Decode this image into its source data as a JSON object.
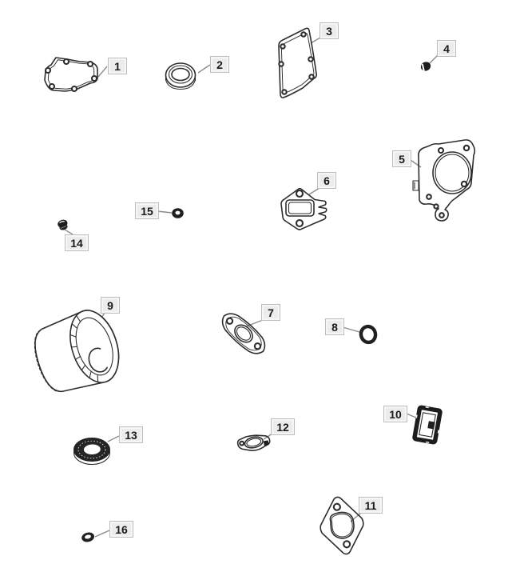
{
  "diagram": {
    "background_color": "#ffffff",
    "line_color": "#2d2d2d",
    "leader_color": "#8c8c8c",
    "callout_style": {
      "background": "#ececec",
      "border": "#bdbdbd",
      "text_color": "#1a1a1a"
    },
    "callouts": [
      {
        "number": "1",
        "part": "cover-gasket"
      },
      {
        "number": "2",
        "part": "seal-ring"
      },
      {
        "number": "3",
        "part": "valve-cover-gasket"
      },
      {
        "number": "4",
        "part": "plug-cap"
      },
      {
        "number": "5",
        "part": "cylinder-head-gasket"
      },
      {
        "number": "6",
        "part": "intake-manifold-gasket"
      },
      {
        "number": "7",
        "part": "exhaust-gasket"
      },
      {
        "number": "8",
        "part": "o-ring"
      },
      {
        "number": "9",
        "part": "oil-filter"
      },
      {
        "number": "10",
        "part": "insulator-frame-gasket"
      },
      {
        "number": "11",
        "part": "muffler-gasket"
      },
      {
        "number": "12",
        "part": "breather-gasket"
      },
      {
        "number": "13",
        "part": "oil-seal"
      },
      {
        "number": "14",
        "part": "cap-nut"
      },
      {
        "number": "15",
        "part": "o-ring-small"
      },
      {
        "number": "16",
        "part": "o-ring-small"
      }
    ]
  }
}
